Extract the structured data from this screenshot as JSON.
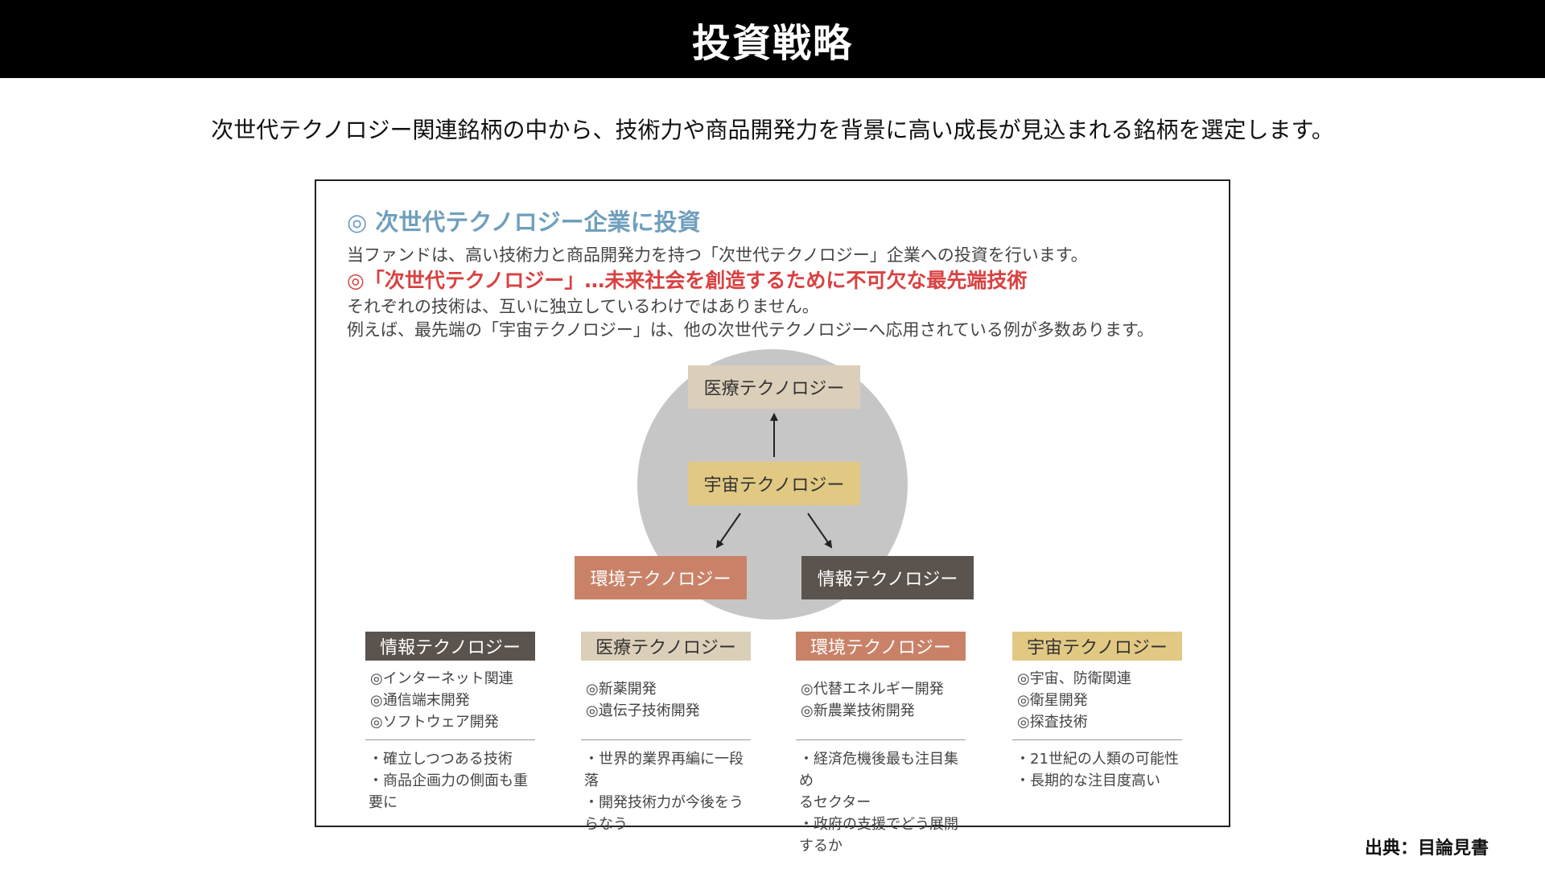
{
  "header": {
    "title": "投資戦略"
  },
  "lead": "次世代テクノロジー関連銘柄の中から、技術力や商品開発力を背景に高い成長が見込まれる銘柄を選定します。",
  "panel": {
    "heading": "◎ 次世代テクノロジー企業に投資",
    "line1": "当ファンドは、高い技術力と商品開発力を持つ「次世代テクノロジー」企業への投資を行います。",
    "highlight": "◎「次世代テクノロジー」…未来社会を創造するために不可欠な最先端技術",
    "line2": "それぞれの技術は、互いに独立しているわけではありません。",
    "line3": "例えば、最先端の「宇宙テクノロジー」は、他の次世代テクノロジーへ応用されている例が多数あります。"
  },
  "diagram": {
    "medical": "医療テクノロジー",
    "space": "宇宙テクノロジー",
    "environment": "環境テクノロジー",
    "information": "情報テクノロジー"
  },
  "columns": [
    {
      "title": "情報テクノロジー",
      "bg": "#5a534e",
      "fg": "#ffffff",
      "items": [
        "◎インターネット関連",
        "◎通信端末開発",
        "◎ソフトウェア開発"
      ],
      "notes": [
        "・確立しつつある技術",
        "・商品企画力の側面も重要に"
      ]
    },
    {
      "title": "医療テクノロジー",
      "bg": "#dccfb9",
      "fg": "#333333",
      "items": [
        "◎新薬開発",
        "◎遺伝子技術開発"
      ],
      "notes": [
        "・世界的業界再編に一段落",
        "・開発技術力が今後をうらなう"
      ]
    },
    {
      "title": "環境テクノロジー",
      "bg": "#c98268",
      "fg": "#ffffff",
      "items": [
        "◎代替エネルギー開発",
        "◎新農業技術開発"
      ],
      "notes": [
        "・経済危機後最も注目集め",
        "るセクター",
        "・政府の支援でどう展開するか"
      ]
    },
    {
      "title": "宇宙テクノロジー",
      "bg": "#e2c983",
      "fg": "#333333",
      "items": [
        "◎宇宙、防衛関連",
        "◎衛星開発",
        "◎探査技術"
      ],
      "notes": [
        "・21世紀の人類の可能性",
        "・長期的な注目度高い"
      ]
    }
  ],
  "source": "出典：目論見書"
}
